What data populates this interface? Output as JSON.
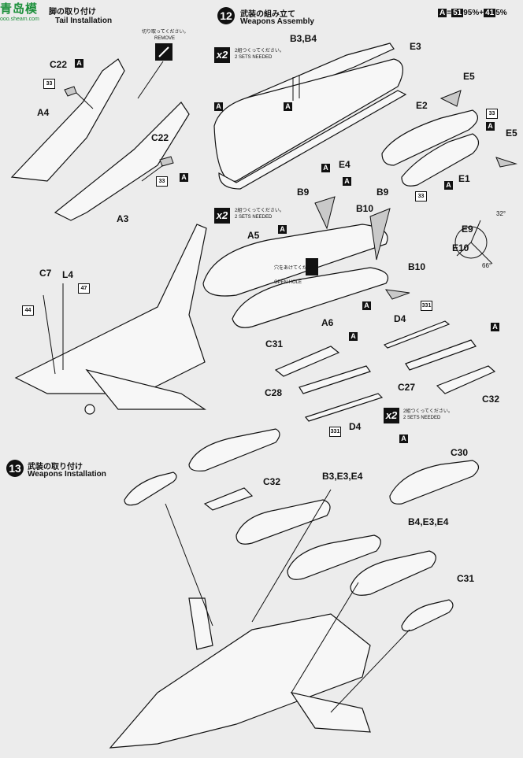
{
  "watermark": {
    "name": "青岛模",
    "url": "ooo.sheam.com"
  },
  "header": {
    "step11_jp": "脚の取り付け",
    "step11_en": "Tail Installation",
    "step12_number": "12",
    "step12_jp": "武装の組み立て",
    "step12_en": "Weapons Assembly",
    "paint_mix": {
      "code1": "A",
      "eq": "=",
      "code2": "51",
      "pct1": "95%",
      "plus": "+",
      "code3": "41",
      "pct2": "5%"
    }
  },
  "step11": {
    "remove_jp": "切り取ってください。",
    "remove_en": "REMOVE",
    "labels": {
      "c22a": "C22",
      "a4": "A4",
      "c22b": "C22",
      "a3": "A3",
      "c7": "C7",
      "l4": "L4"
    },
    "boxes": {
      "a1": "A",
      "a2": "A",
      "n33a": "33",
      "n33b": "33",
      "n44": "44",
      "n47": "47"
    }
  },
  "step12": {
    "x2": "x2",
    "sets_jp": "2組つくってください。",
    "sets_en": "2 SETS NEEDED",
    "open_hole_jp": "穴をあけてください。",
    "open_hole_en": "OPEN HOLE",
    "labels": {
      "b3b4": "B3,B4",
      "e3": "E3",
      "e5a": "E5",
      "e2": "E2",
      "e5b": "E5",
      "e4": "E4",
      "e1": "E1",
      "b9a": "B9",
      "b9b": "B9",
      "b10a": "B10",
      "a5": "A5",
      "e9": "E9",
      "e10": "E10",
      "angle32": "32°",
      "angle66": "66°",
      "b10b": "B10",
      "a6": "A6",
      "c31": "C31",
      "d4a": "D4",
      "c28": "C28",
      "c27": "C27",
      "d4b": "D4",
      "c32": "C32",
      "c30": "C30"
    },
    "boxes": {
      "a": "A",
      "n33": "33",
      "n331": "331"
    }
  },
  "step13": {
    "number": "13",
    "jp": "武装の取り付け",
    "en": "Weapons Installation",
    "labels": {
      "c32": "C32",
      "b3e3e4": "B3,E3,E4",
      "b4e3e4": "B4,E3,E4",
      "c31": "C31"
    }
  }
}
